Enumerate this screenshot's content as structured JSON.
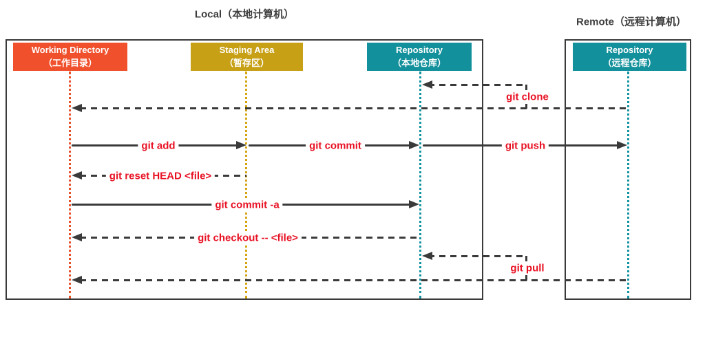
{
  "titles": {
    "local": "Local（本地计算机）",
    "remote": "Remote（远程计算机）"
  },
  "actors": [
    {
      "id": "working-directory",
      "name": "Working Directory",
      "name_cn": "（工作目录）",
      "color": "#f0502c"
    },
    {
      "id": "staging-area",
      "name": "Staging Area",
      "name_cn": "（暂存区）",
      "color": "#c7a016"
    },
    {
      "id": "local-repository",
      "name": "Repository",
      "name_cn": "（本地仓库）",
      "color": "#12909b"
    },
    {
      "id": "remote-repository",
      "name": "Repository",
      "name_cn": "（远程仓库）",
      "color": "#12909b"
    }
  ],
  "flows": [
    {
      "label": "git clone",
      "from": "remote-repository",
      "to": "local-repository & working-directory",
      "style": "dashed"
    },
    {
      "label": "git add",
      "from": "working-directory",
      "to": "staging-area",
      "style": "solid"
    },
    {
      "label": "git commit",
      "from": "staging-area",
      "to": "local-repository",
      "style": "solid"
    },
    {
      "label": "git push",
      "from": "local-repository",
      "to": "remote-repository",
      "style": "solid"
    },
    {
      "label": "git reset HEAD <file>",
      "from": "staging-area",
      "to": "working-directory",
      "style": "dashed"
    },
    {
      "label": "git commit -a",
      "from": "working-directory",
      "to": "local-repository",
      "style": "solid"
    },
    {
      "label": "git checkout -- <file>",
      "from": "local-repository",
      "to": "working-directory",
      "style": "dashed"
    },
    {
      "label": "git pull",
      "from": "remote-repository",
      "to": "local-repository & working-directory",
      "style": "dashed"
    }
  ],
  "colors": {
    "working_directory": "#f0502c",
    "staging_area": "#c7a016",
    "repository": "#12909b",
    "label_red": "#e81123",
    "line_dark": "#3a3a3a",
    "title_gray": "#3d3d3d",
    "background": "#ffffff"
  }
}
